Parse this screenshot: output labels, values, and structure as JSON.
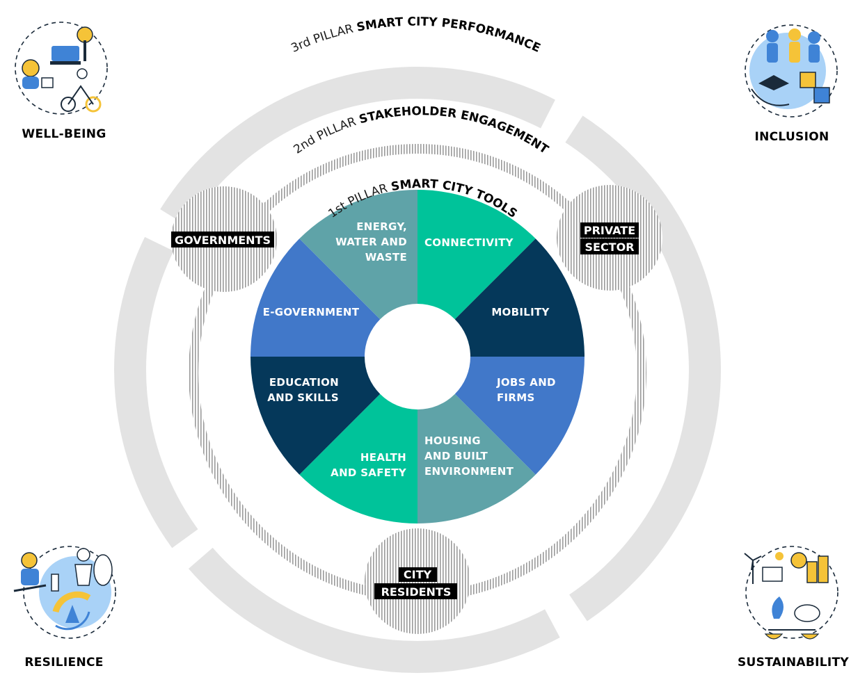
{
  "pillars": {
    "third": {
      "prefix": "3rd PILLAR",
      "title": "SMART CITY PERFORMANCE"
    },
    "second": {
      "prefix": "2nd PILLAR",
      "title": "STAKEHOLDER ENGAGEMENT"
    },
    "first": {
      "prefix": "1st PILLAR",
      "title": "SMART CITY TOOLS"
    }
  },
  "segments": [
    {
      "lines": [
        "CONNECTIVITY"
      ],
      "color": "#00c39a"
    },
    {
      "lines": [
        "MOBILITY"
      ],
      "color": "#05385a"
    },
    {
      "lines": [
        "JOBS AND",
        "FIRMS"
      ],
      "color": "#4178c9"
    },
    {
      "lines": [
        "HOUSING",
        "AND BUILT",
        "ENVIRONMENT"
      ],
      "color": "#5fa3a8"
    },
    {
      "lines": [
        "HEALTH",
        "AND SAFETY"
      ],
      "color": "#00c39a"
    },
    {
      "lines": [
        "EDUCATION",
        "AND SKILLS"
      ],
      "color": "#05385a"
    },
    {
      "lines": [
        "E-GOVERNMENT"
      ],
      "color": "#4178c9"
    },
    {
      "lines": [
        "ENERGY,",
        "WATER AND",
        "WASTE"
      ],
      "color": "#5fa3a8"
    }
  ],
  "stakeholders": {
    "governments": [
      "GOVERNMENTS"
    ],
    "private_sector": [
      "PRIVATE",
      "SECTOR"
    ],
    "city_residents": [
      "CITY",
      "RESIDENTS"
    ]
  },
  "corners": {
    "well_being": "WELL-BEING",
    "inclusion": "INCLUSION",
    "resilience": "RESILIENCE",
    "sustainability": "SUSTAINABILITY"
  },
  "colors": {
    "outer_ring": "#e3e3e3",
    "accent_blue": "#3f83d6",
    "accent_light_blue": "#a9d2f7",
    "accent_yellow": "#f5c338",
    "hatch": "#9a9a9a"
  }
}
